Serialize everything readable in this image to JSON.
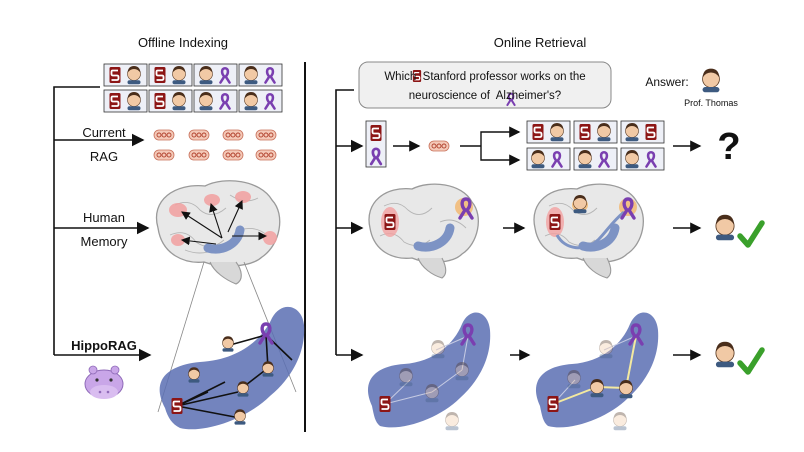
{
  "left_panel": {
    "title": "Offline Indexing",
    "rows": {
      "current_rag": [
        "Current",
        "RAG"
      ],
      "human_memory": [
        "Human",
        "Memory"
      ],
      "hipporag": "HippoRAG"
    }
  },
  "right_panel": {
    "title": "Online Retrieval",
    "query": {
      "line1": "Which  Stanford professor works on the",
      "line2": "neuroscience of  Alzheimer's?"
    },
    "answer_label": "Answer:",
    "answer_name": "Prof. Thomas",
    "unknown_symbol": "?"
  },
  "colors": {
    "stanford_red": "#8c1515",
    "alzheimer_purple": "#7a3fb0",
    "graph_blue": "#5b6fb3",
    "hippocampus_blue": "#7d93c4",
    "brain_gray": "#e8e8e8",
    "memory_pink": "#f2a0a0",
    "passage_pill": "#f4c9b8",
    "check_green": "#3aa02b",
    "path_yellow": "#f3e9a0"
  },
  "icons": [
    "stanford-logo-icon",
    "alzheimers-ribbon-icon",
    "person-icon",
    "brain-icon",
    "hippo-icon",
    "checkmark-icon",
    "question-mark-icon",
    "arrow-icon"
  ]
}
